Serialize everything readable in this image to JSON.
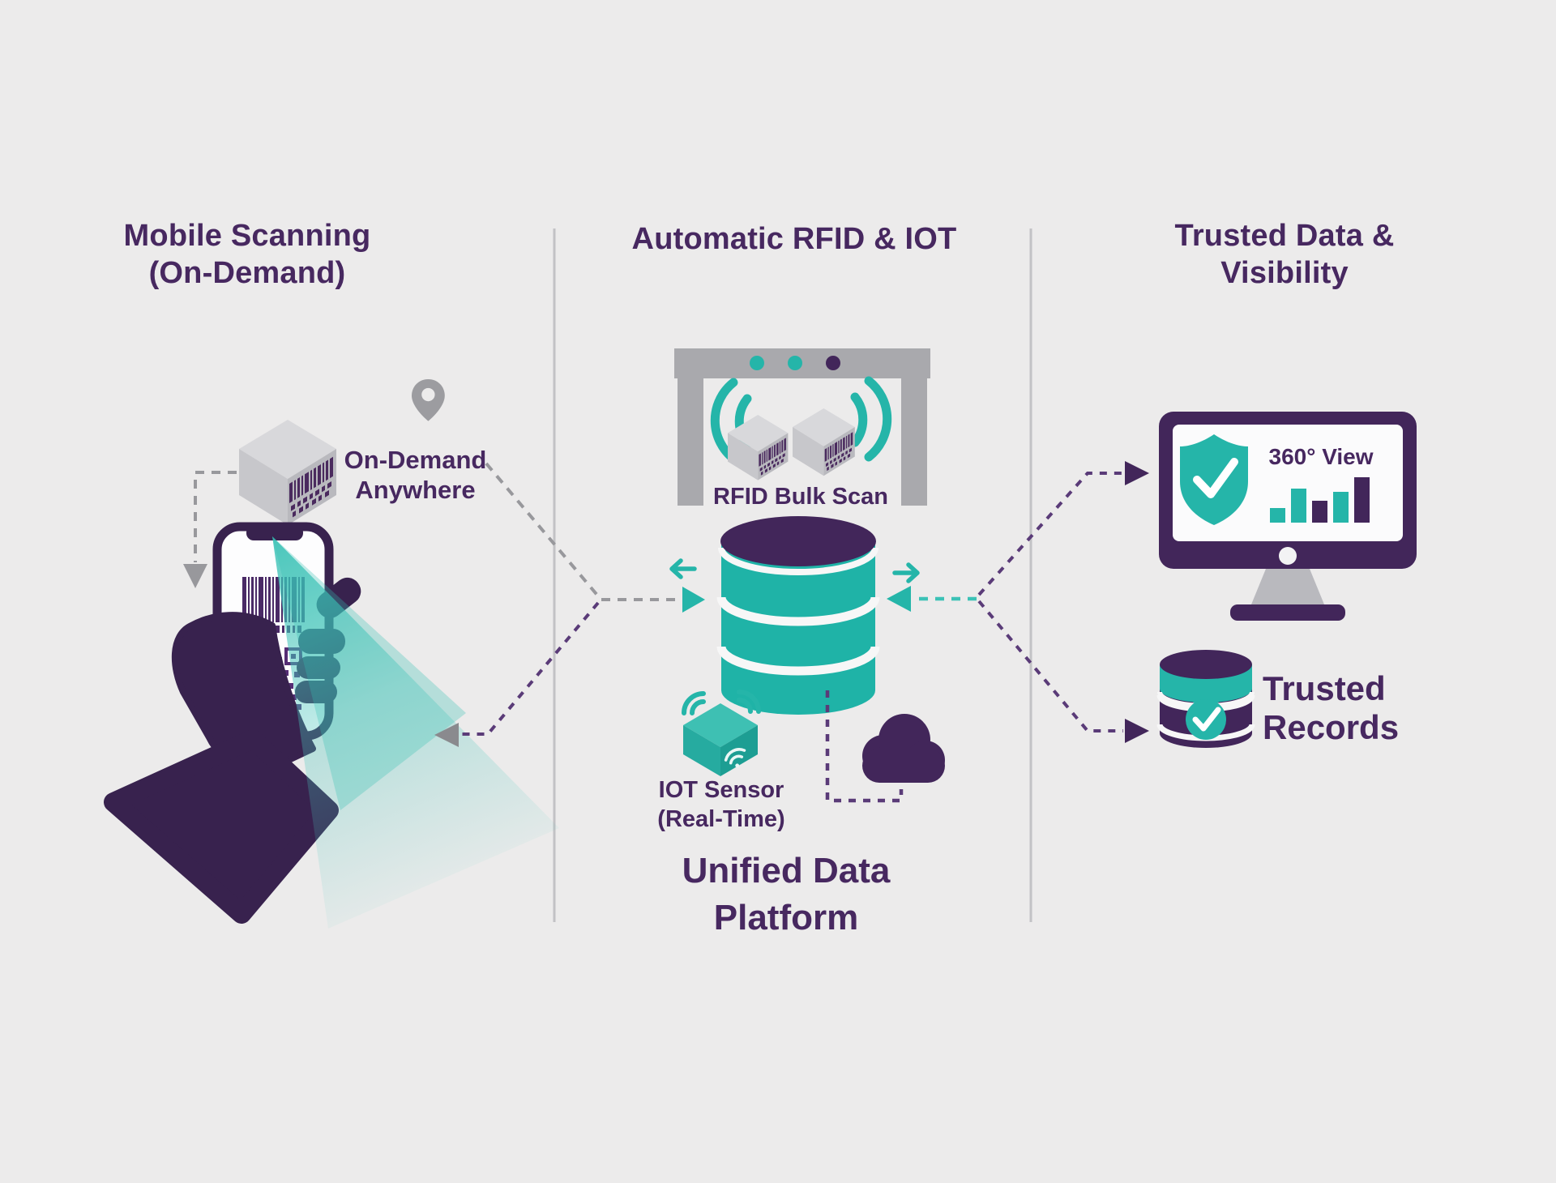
{
  "palette": {
    "background": "#ecebeb",
    "purple_dark": "#42265a",
    "purple_text": "#472860",
    "teal": "#25b5a9",
    "teal_beam": "#4ec7bb",
    "gray_icon": "#a9a9ad",
    "gray_box": "#c6c6ca",
    "dash_gray": "#98989c",
    "dash_purple": "#5a3b78",
    "divider": "#c2c2c5",
    "white": "#ffffff"
  },
  "columns": {
    "mobile": {
      "title_line1": "Mobile Scanning",
      "title_line2": "(On-Demand)",
      "note_line1": "On-Demand",
      "note_line2": "Anywhere"
    },
    "rfid": {
      "title": "Automatic RFID & IOT",
      "portal_label": "RFID Bulk Scan",
      "iot_line1": "IOT Sensor",
      "iot_line2": "(Real-Time)",
      "platform_line1": "Unified Data",
      "platform_line2": "Platform"
    },
    "trusted": {
      "title_line1": "Trusted Data &",
      "title_line2": "Visibility",
      "monitor_label": "360° View",
      "records_line1": "Trusted",
      "records_line2": "Records"
    }
  },
  "monitor_chart": {
    "type": "bar",
    "values": [
      18,
      42,
      27,
      38,
      56
    ],
    "colors": [
      "teal",
      "teal",
      "purple",
      "teal",
      "purple"
    ]
  },
  "icons": [
    "location-pin",
    "package-box",
    "smartphone",
    "barcode",
    "qr-code",
    "scan-beam",
    "hand",
    "rfid-portal",
    "wifi-signal",
    "database",
    "iot-sensor-cube",
    "cloud",
    "monitor",
    "shield-check",
    "bar-chart",
    "database-check-badge",
    "dashed-arrow"
  ]
}
